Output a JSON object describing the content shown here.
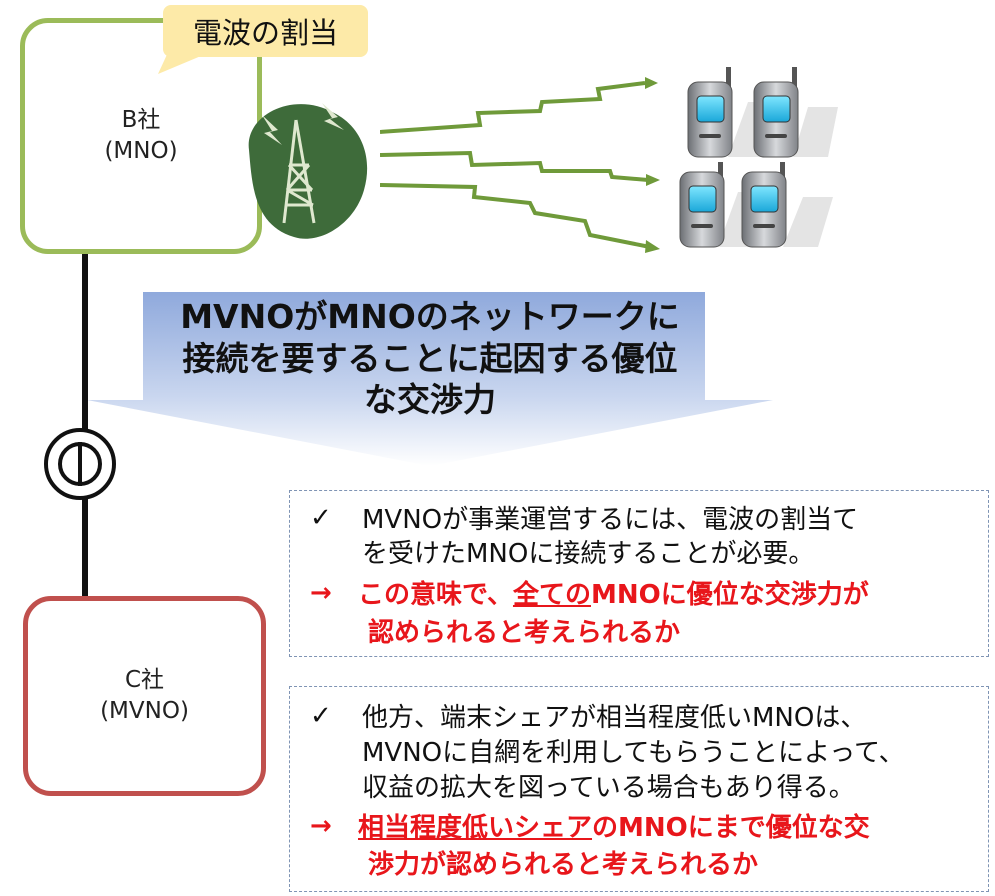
{
  "callout": {
    "label": "電波の割当"
  },
  "company_b": {
    "name": "B社",
    "type": "(MNO)"
  },
  "company_c": {
    "name": "C社",
    "type": "(MVNO)"
  },
  "arrow": {
    "line1": "MVNOがMNOのネットワークに",
    "line2": "接続を要することに起因する優位",
    "line3": "な交渉力"
  },
  "note1": {
    "check": "✓",
    "line1": "MVNOが事業運営するには、電波の割当て",
    "line2": "を受けたMNOに接続することが必要。",
    "arrow": "→",
    "q_part1": "この意味で、",
    "q_part2": "全ての",
    "q_part3": "MNOに優位な交渉力が",
    "q_line2": "認められると考えられるか"
  },
  "note2": {
    "check": "✓",
    "line1": "他方、端末シェアが相当程度低いMNOは、",
    "line2": "MVNOに自網を利用してもらうことによって、",
    "line3": "収益の拡大を図っている場合もあり得る。",
    "arrow": "→",
    "q_part1": "相当程度低いシェア",
    "q_part2": "のMNOにまで優位な交",
    "q_line2": "渉力が認められると考えられるか"
  },
  "colors": {
    "mno_border": "#9bbb59",
    "mvno_border": "#c0504d",
    "callout_fill": "#fdeaa8",
    "arrow_fill": "#8fa9dc",
    "tower_green": "#3e6b3a",
    "radio_wave_green": "#6f9a3a",
    "highlight_red": "#e8161b"
  },
  "icons": [
    "radio-tower-icon",
    "radio-wave-icon",
    "mobile-phone-icon"
  ]
}
